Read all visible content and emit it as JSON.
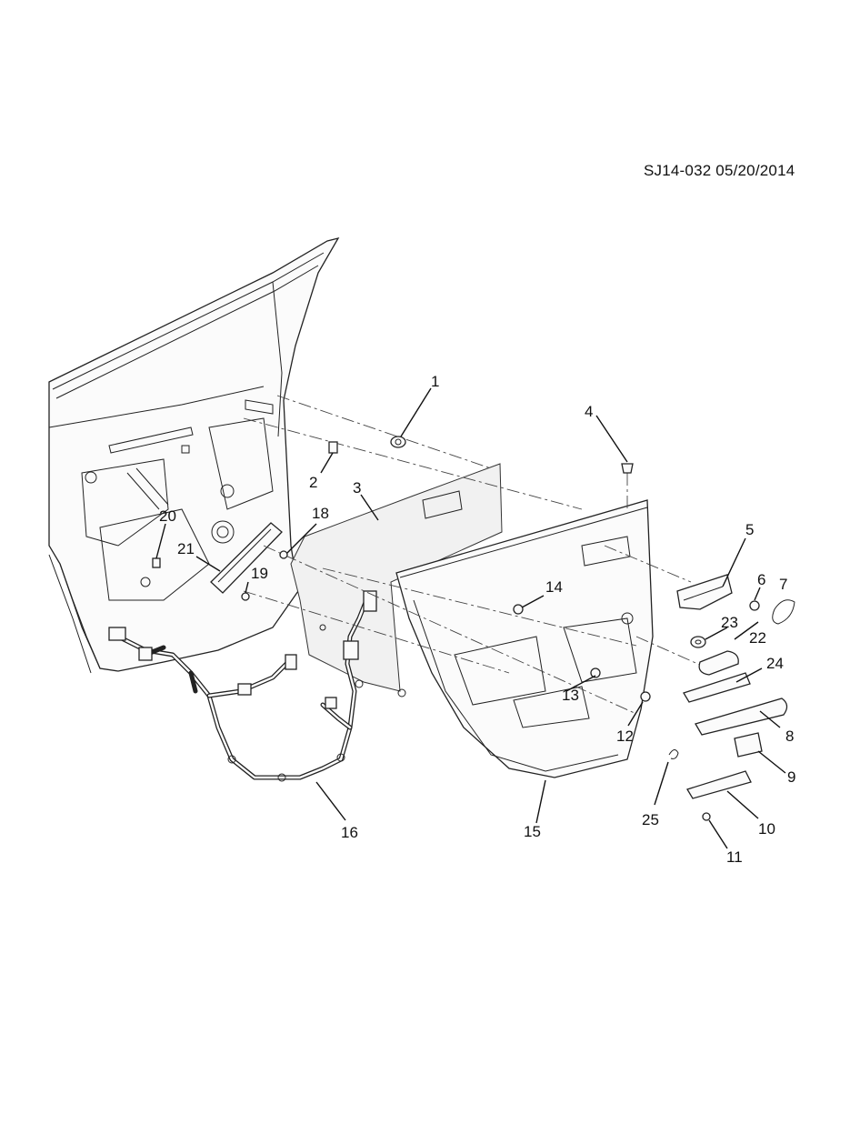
{
  "header": {
    "diagram_code": "SJ14-032 05/20/2014"
  },
  "callouts": [
    "1",
    "2",
    "3",
    "4",
    "5",
    "6",
    "7",
    "8",
    "9",
    "10",
    "11",
    "12",
    "13",
    "14",
    "15",
    "16",
    "18",
    "19",
    "20",
    "21",
    "22",
    "23",
    "24",
    "25"
  ]
}
